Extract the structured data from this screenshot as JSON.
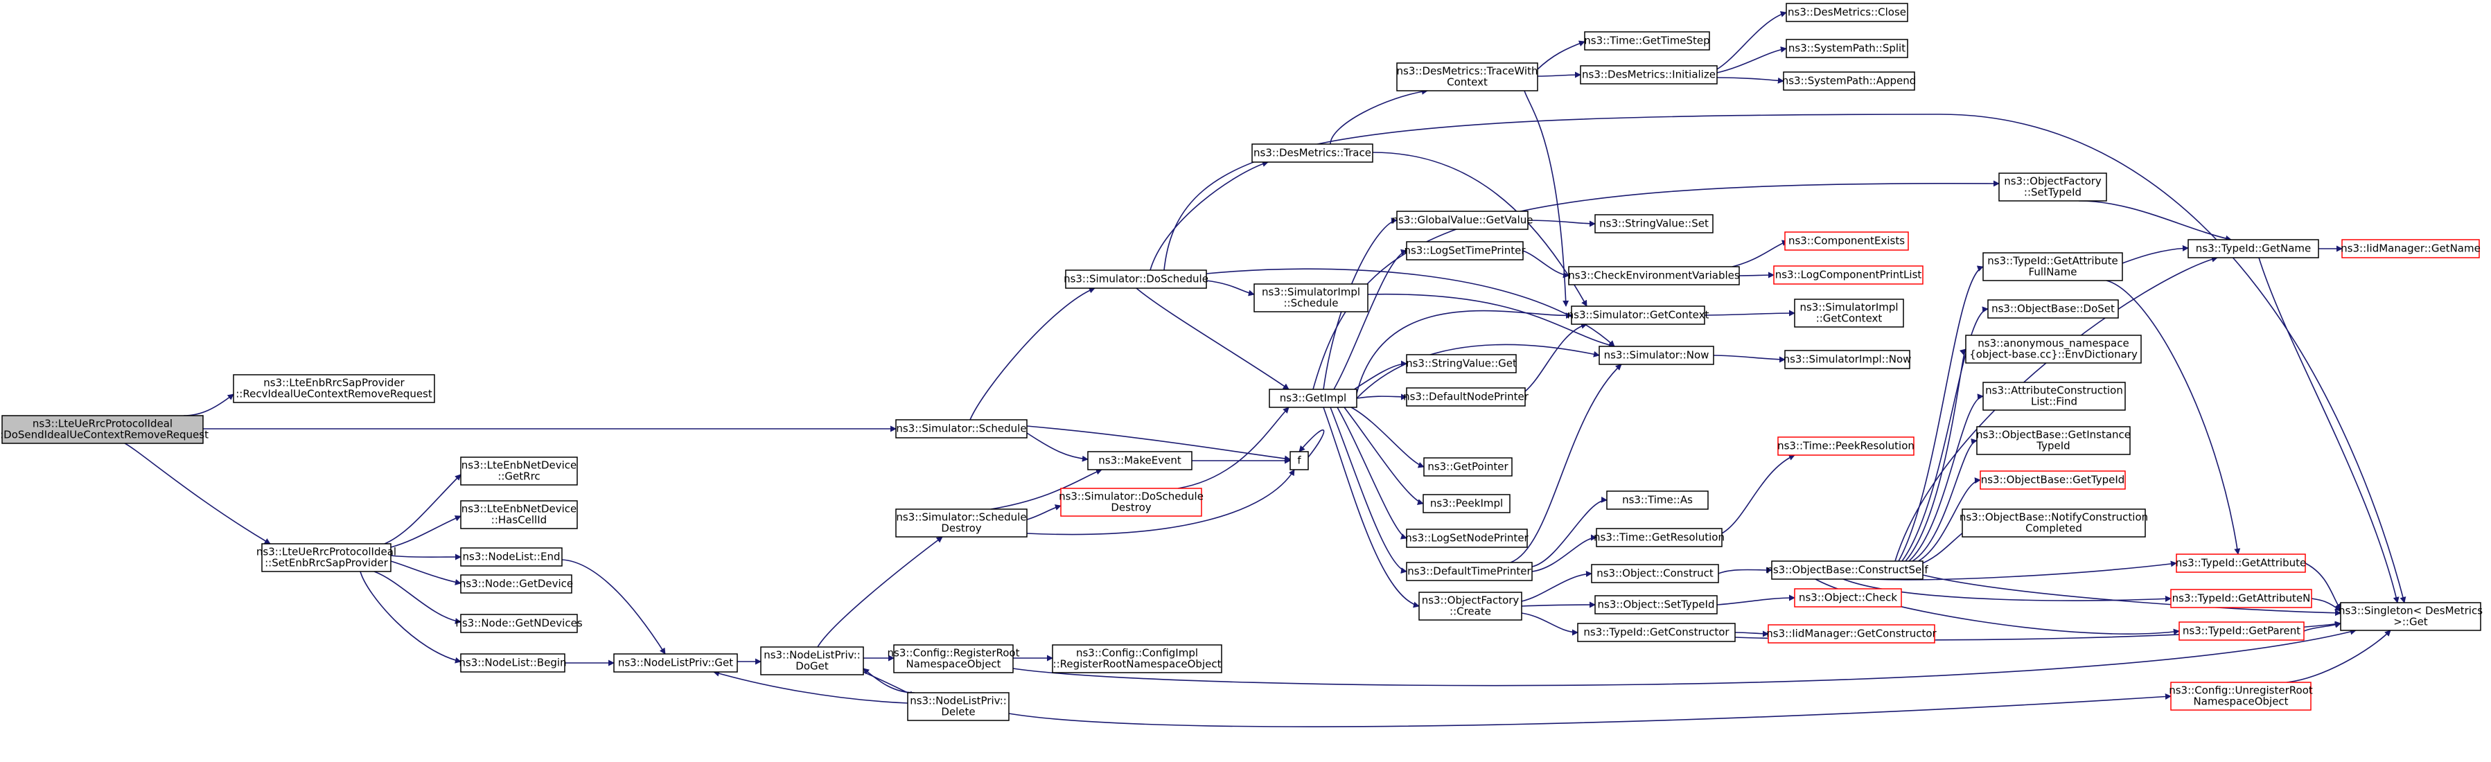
{
  "colors": {
    "edge": "#191970",
    "normal_border": "#000000",
    "missing_border": "#ff0000",
    "focus_fill": "#bfbfbf",
    "background": "#ffffff"
  },
  "diagram": {
    "type": "call-graph",
    "nodes": [
      {
        "id": "root",
        "lines": [
          "ns3::LteUeRrcProtocolIdeal",
          "::DoSendIdealUeContextRemoveRequest"
        ],
        "focus": true
      },
      {
        "id": "recv",
        "lines": [
          "ns3::LteEnbRrcSapProvider",
          "::RecvIdealUeContextRemoveRequest"
        ]
      },
      {
        "id": "seteps",
        "lines": [
          "ns3::LteUeRrcProtocolIdeal",
          "::SetEnbRrcSapProvider"
        ]
      },
      {
        "id": "getrrc",
        "lines": [
          "ns3::LteEnbNetDevice",
          "::GetRrc"
        ]
      },
      {
        "id": "hascell",
        "lines": [
          "ns3::LteEnbNetDevice",
          "::HasCellId"
        ]
      },
      {
        "id": "nlend",
        "lines": [
          "ns3::NodeList::End"
        ]
      },
      {
        "id": "getdev",
        "lines": [
          "ns3::Node::GetDevice"
        ]
      },
      {
        "id": "getndev",
        "lines": [
          "ns3::Node::GetNDevices"
        ]
      },
      {
        "id": "nlbegin",
        "lines": [
          "ns3::NodeList::Begin"
        ]
      },
      {
        "id": "nlpget",
        "lines": [
          "ns3::NodeListPriv::Get"
        ]
      },
      {
        "id": "nlpdoget",
        "lines": [
          "ns3::NodeListPriv::",
          "DoGet"
        ]
      },
      {
        "id": "simsched",
        "lines": [
          "ns3::Simulator::Schedule"
        ]
      },
      {
        "id": "simdosched",
        "lines": [
          "ns3::Simulator::DoSchedule"
        ]
      },
      {
        "id": "makeevent",
        "lines": [
          "ns3::MakeEvent"
        ]
      },
      {
        "id": "simschdes",
        "lines": [
          "ns3::Simulator::Schedule",
          "Destroy"
        ]
      },
      {
        "id": "cfgreg",
        "lines": [
          "ns3::Config::RegisterRoot",
          "NamespaceObject"
        ]
      },
      {
        "id": "nlpdel",
        "lines": [
          "ns3::NodeListPriv::",
          "Delete"
        ]
      },
      {
        "id": "cfgimplreg",
        "lines": [
          "ns3::Config::ConfigImpl",
          "::RegisterRootNamespaceObject"
        ]
      },
      {
        "id": "simdoschdes",
        "lines": [
          "ns3::Simulator::DoSchedule",
          "Destroy"
        ],
        "missing": true
      },
      {
        "id": "f",
        "lines": [
          "f"
        ]
      },
      {
        "id": "simimplsched",
        "lines": [
          "ns3::SimulatorImpl",
          "::Schedule"
        ]
      },
      {
        "id": "desmtrace",
        "lines": [
          "ns3::DesMetrics::Trace"
        ]
      },
      {
        "id": "desmtracew",
        "lines": [
          "ns3::DesMetrics::TraceWith",
          "Context"
        ]
      },
      {
        "id": "getimpl",
        "lines": [
          "ns3::GetImpl"
        ]
      },
      {
        "id": "gvgetval",
        "lines": [
          "ns3::GlobalValue::GetValue"
        ]
      },
      {
        "id": "logsettp",
        "lines": [
          "ns3::LogSetTimePrinter"
        ]
      },
      {
        "id": "strvalget",
        "lines": [
          "ns3::StringValue::Get"
        ]
      },
      {
        "id": "defnodepr",
        "lines": [
          "ns3::DefaultNodePrinter"
        ]
      },
      {
        "id": "getptr",
        "lines": [
          "ns3::GetPointer"
        ]
      },
      {
        "id": "peekimpl",
        "lines": [
          "ns3::PeekImpl"
        ]
      },
      {
        "id": "logsetnp",
        "lines": [
          "ns3::LogSetNodePrinter"
        ]
      },
      {
        "id": "deftimepr",
        "lines": [
          "ns3::DefaultTimePrinter"
        ]
      },
      {
        "id": "objfcreate",
        "lines": [
          "ns3::ObjectFactory",
          "::Create"
        ]
      },
      {
        "id": "timegetts",
        "lines": [
          "ns3::Time::GetTimeStep"
        ]
      },
      {
        "id": "desminit",
        "lines": [
          "ns3::DesMetrics::Initialize"
        ]
      },
      {
        "id": "desmclose",
        "lines": [
          "ns3::DesMetrics::Close"
        ]
      },
      {
        "id": "syspsplit",
        "lines": [
          "ns3::SystemPath::Split"
        ]
      },
      {
        "id": "syspappend",
        "lines": [
          "ns3::SystemPath::Append"
        ]
      },
      {
        "id": "strvalset",
        "lines": [
          "ns3::StringValue::Set"
        ]
      },
      {
        "id": "checkenv",
        "lines": [
          "ns3::CheckEnvironmentVariables"
        ]
      },
      {
        "id": "compexists",
        "lines": [
          "ns3::ComponentExists"
        ],
        "missing": true
      },
      {
        "id": "logcomppl",
        "lines": [
          "ns3::LogComponentPrintList"
        ],
        "missing": true
      },
      {
        "id": "simgetctx",
        "lines": [
          "ns3::Simulator::GetContext"
        ]
      },
      {
        "id": "simimplgetctx",
        "lines": [
          "ns3::SimulatorImpl",
          "::GetContext"
        ]
      },
      {
        "id": "simnow",
        "lines": [
          "ns3::Simulator::Now"
        ]
      },
      {
        "id": "simimplnow",
        "lines": [
          "ns3::SimulatorImpl::Now"
        ]
      },
      {
        "id": "timeas",
        "lines": [
          "ns3::Time::As"
        ]
      },
      {
        "id": "timegetres",
        "lines": [
          "ns3::Time::GetResolution"
        ]
      },
      {
        "id": "timepeekres",
        "lines": [
          "ns3::Time::PeekResolution"
        ],
        "missing": true
      },
      {
        "id": "objconstruct",
        "lines": [
          "ns3::Object::Construct"
        ]
      },
      {
        "id": "objsettid",
        "lines": [
          "ns3::Object::SetTypeId"
        ]
      },
      {
        "id": "tidgetctor",
        "lines": [
          "ns3::TypeId::GetConstructor"
        ]
      },
      {
        "id": "objbcs",
        "lines": [
          "ns3::ObjectBase::ConstructSelf"
        ]
      },
      {
        "id": "objcheck",
        "lines": [
          "ns3::Object::Check"
        ],
        "missing": true
      },
      {
        "id": "iidgetctor",
        "lines": [
          "ns3::IidManager::GetConstructor"
        ],
        "missing": true
      },
      {
        "id": "objfsettid",
        "lines": [
          "ns3::ObjectFactory",
          "::SetTypeId"
        ]
      },
      {
        "id": "tidgetafn",
        "lines": [
          "ns3::TypeId::GetAttribute",
          "FullName"
        ]
      },
      {
        "id": "objbdoset",
        "lines": [
          "ns3::ObjectBase::DoSet"
        ]
      },
      {
        "id": "anonenvdict",
        "lines": [
          "ns3::anonymous_namespace",
          "{object-base.cc}::EnvDictionary"
        ]
      },
      {
        "id": "attrclfind",
        "lines": [
          "ns3::AttributeConstruction",
          "List::Find"
        ]
      },
      {
        "id": "objbgitid",
        "lines": [
          "ns3::ObjectBase::GetInstance",
          "TypeId"
        ]
      },
      {
        "id": "objbgettid",
        "lines": [
          "ns3::ObjectBase::GetTypeId"
        ],
        "missing": true
      },
      {
        "id": "objbnotify",
        "lines": [
          "ns3::ObjectBase::NotifyConstruction",
          "Completed"
        ]
      },
      {
        "id": "tidgetattr",
        "lines": [
          "ns3::TypeId::GetAttribute"
        ],
        "missing": true
      },
      {
        "id": "tidgetattrn",
        "lines": [
          "ns3::TypeId::GetAttributeN"
        ],
        "missing": true
      },
      {
        "id": "tidgetparent",
        "lines": [
          "ns3::TypeId::GetParent"
        ],
        "missing": true
      },
      {
        "id": "cfgunreg",
        "lines": [
          "ns3::Config::UnregisterRoot",
          "NamespaceObject"
        ],
        "missing": true
      },
      {
        "id": "tidgetname",
        "lines": [
          "ns3::TypeId::GetName"
        ]
      },
      {
        "id": "iidgetname",
        "lines": [
          "ns3::IidManager::GetName"
        ],
        "missing": true
      },
      {
        "id": "singget",
        "lines": [
          "ns3::Singleton< DesMetrics",
          ">::Get"
        ]
      }
    ]
  }
}
